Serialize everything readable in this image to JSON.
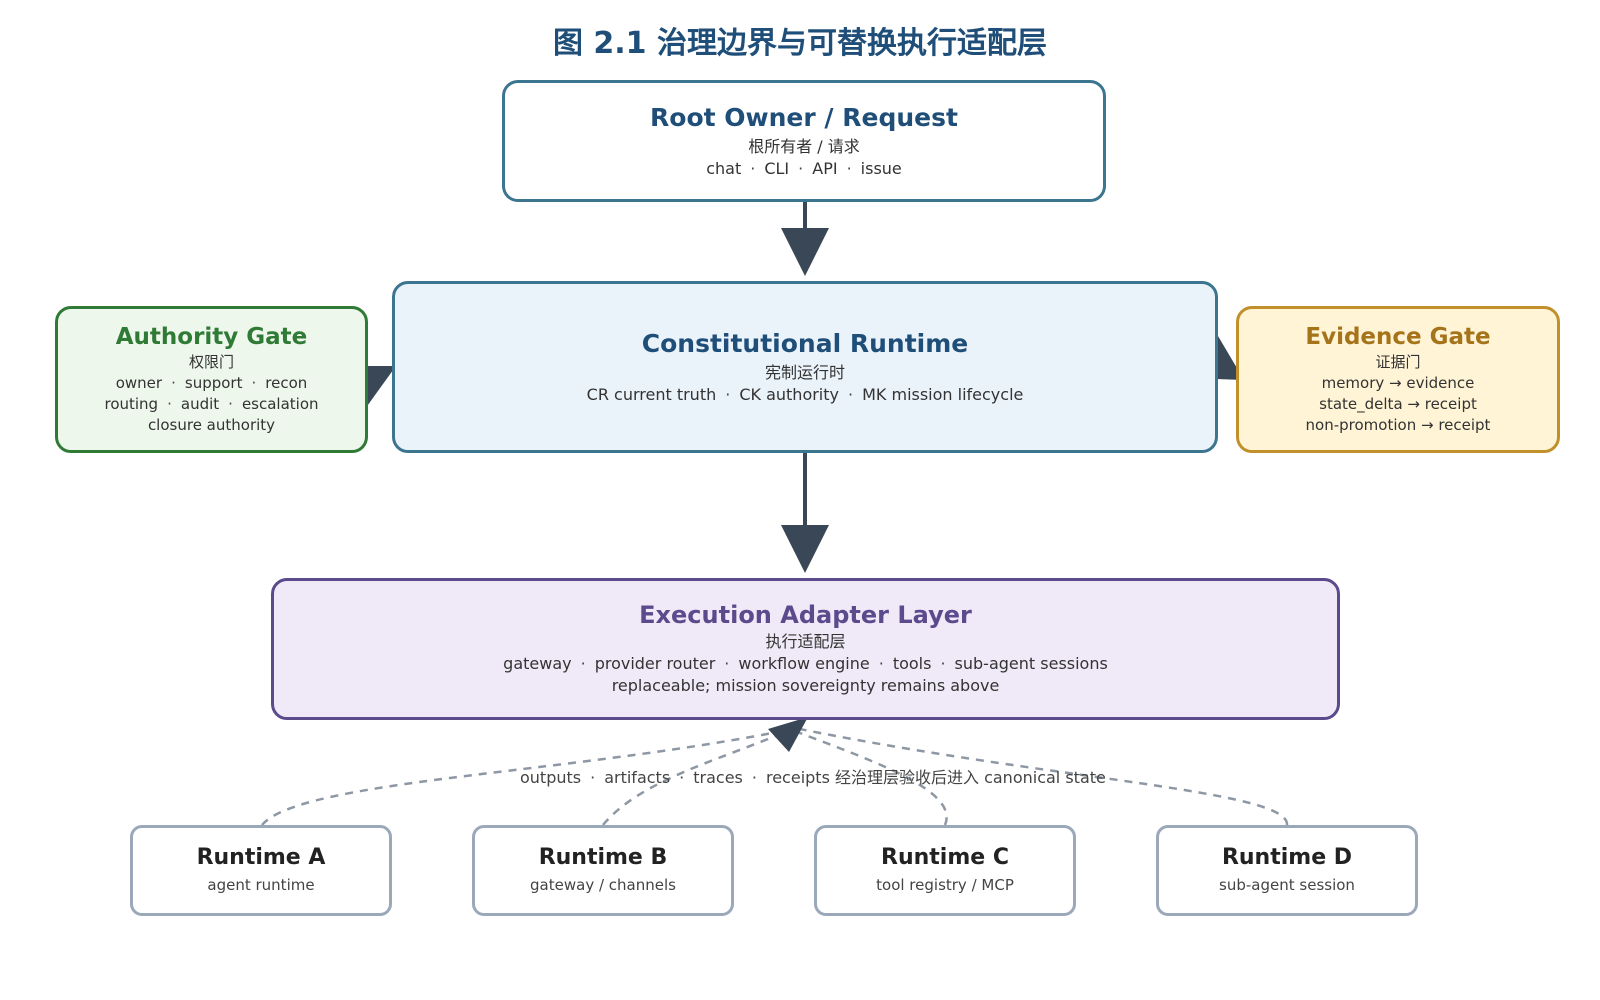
{
  "title": "图 2.1 治理边界与可替换执行适配层",
  "root": {
    "heading": "Root Owner / Request",
    "subtitle": "根所有者 / 请求",
    "channels": [
      "chat",
      "CLI",
      "API",
      "issue"
    ]
  },
  "constitutional": {
    "heading": "Constitutional Runtime",
    "subtitle": "宪制运行时",
    "parts": [
      "CR current truth",
      "CK authority",
      "MK mission lifecycle"
    ]
  },
  "authority": {
    "heading": "Authority Gate",
    "subtitle": "权限门",
    "line1": [
      "owner",
      "support",
      "recon"
    ],
    "line2": [
      "routing",
      "audit",
      "escalation"
    ],
    "line3": "closure authority"
  },
  "evidence": {
    "heading": "Evidence Gate",
    "subtitle": "证据门",
    "lines": [
      "memory → evidence",
      "state_delta → receipt",
      "non-promotion → receipt"
    ]
  },
  "execution": {
    "heading": "Execution Adapter Layer",
    "subtitle": "执行适配层",
    "components": [
      "gateway",
      "provider router",
      "workflow engine",
      "tools",
      "sub-agent sessions"
    ],
    "note": "replaceable; mission sovereignty remains above"
  },
  "flow_label": {
    "items": [
      "outputs",
      "artifacts",
      "traces",
      "receipts 经治理层验收后进入 canonical state"
    ]
  },
  "runtimes": [
    {
      "name": "Runtime A",
      "desc": "agent runtime"
    },
    {
      "name": "Runtime B",
      "desc": "gateway / channels"
    },
    {
      "name": "Runtime C",
      "desc": "tool registry / MCP"
    },
    {
      "name": "Runtime D",
      "desc": "sub-agent session"
    }
  ],
  "colors": {
    "arrow": "#3a4756",
    "dashed": "#8e97a4",
    "title": "#1f4e79"
  }
}
